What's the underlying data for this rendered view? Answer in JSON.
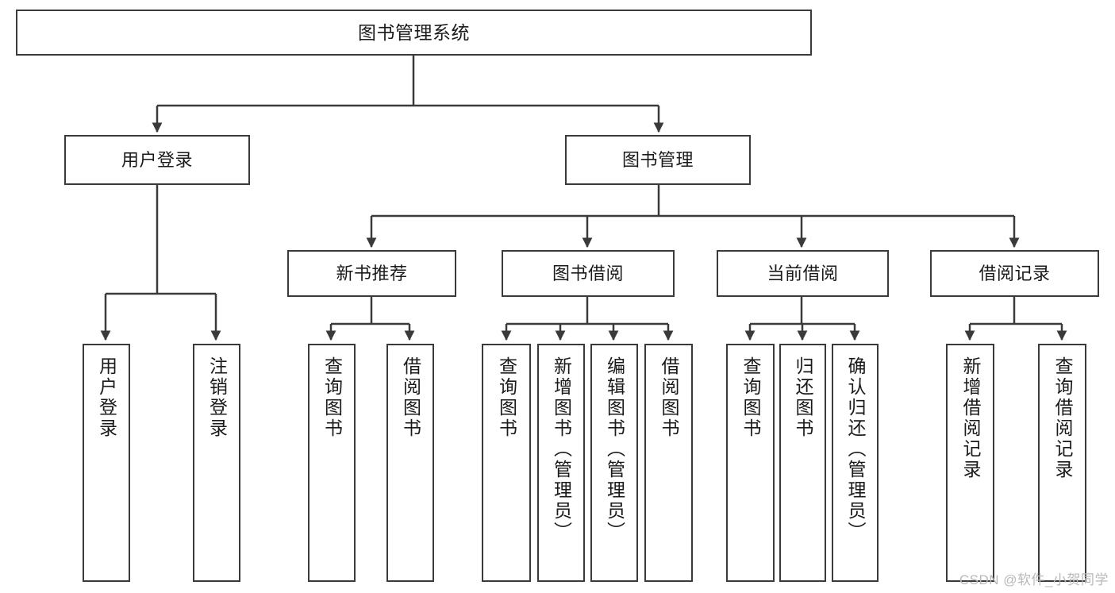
{
  "diagram": {
    "title": "图书管理系统",
    "type": "tree-hierarchy",
    "root": {
      "label": "图书管理系统"
    },
    "level2": [
      {
        "label": "用户登录"
      },
      {
        "label": "图书管理"
      }
    ],
    "level3": [
      {
        "label": "新书推荐"
      },
      {
        "label": "图书借阅"
      },
      {
        "label": "当前借阅"
      },
      {
        "label": "借阅记录"
      }
    ],
    "leaves": {
      "user_login": [
        {
          "label": "用户登录"
        },
        {
          "label": "注销登录"
        }
      ],
      "new_book_recommend": [
        {
          "label": "查询图书"
        },
        {
          "label": "借阅图书"
        }
      ],
      "book_borrow": [
        {
          "label": "查询图书"
        },
        {
          "label": "新增图书（管理员）"
        },
        {
          "label": "编辑图书（管理员）"
        },
        {
          "label": "借阅图书"
        }
      ],
      "current_borrow": [
        {
          "label": "查询图书"
        },
        {
          "label": "归还图书"
        },
        {
          "label": "确认归还（管理员）"
        }
      ],
      "borrow_record": [
        {
          "label": "新增借阅记录"
        },
        {
          "label": "查询借阅记录"
        }
      ]
    }
  },
  "watermark": {
    "text": "CSDN @软件_小贺同学"
  },
  "colors": {
    "background": "#ffffff",
    "stroke": "#3a3a3a",
    "text": "#1a1a1a",
    "watermark": "#b9b9b9"
  }
}
